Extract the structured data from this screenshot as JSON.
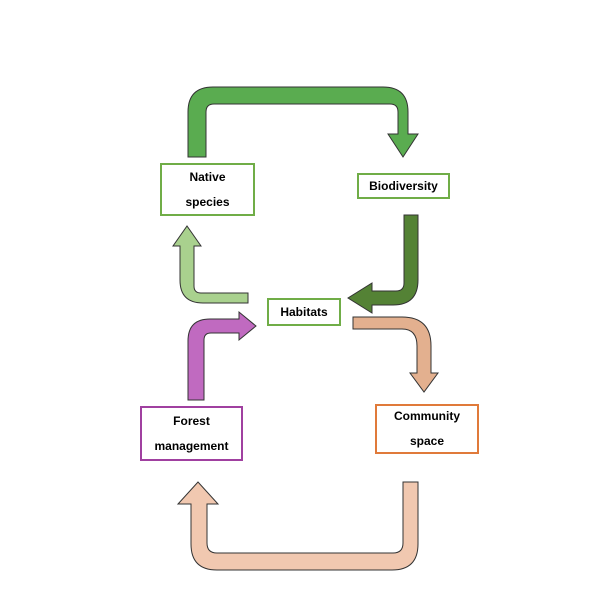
{
  "nodes": {
    "native_species": "Native\nspecies",
    "biodiversity": "Biodiversity",
    "habitats": "Habitats",
    "forest_management": "Forest\nmanagement",
    "community_space": "Community\nspace"
  },
  "colors": {
    "green_border": "#70ad47",
    "purple_border": "#a040a0",
    "orange_border": "#e07a3a",
    "arrow_top": "#5aac50",
    "arrow_biodiversity_to_habitats": "#548235",
    "arrow_habitats_to_native": "#a9d18e",
    "arrow_forest_to_habitats": "#c06ac0",
    "arrow_habitats_to_community": "#e3b08f",
    "arrow_bottom": "#f1c8b0",
    "arrow_stroke": "#333333"
  }
}
